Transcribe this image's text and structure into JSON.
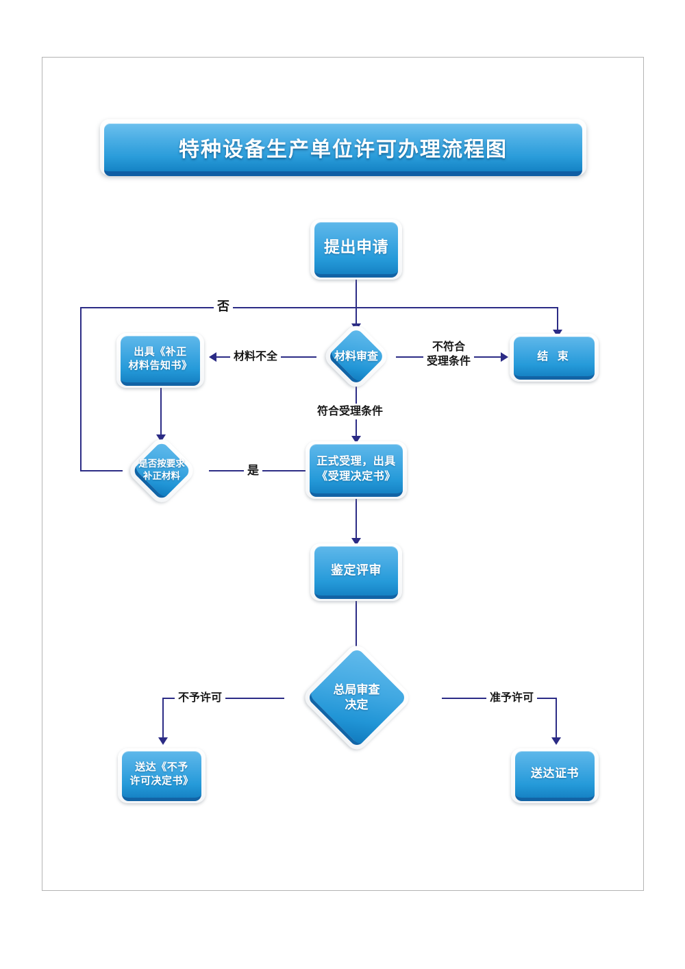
{
  "document": {
    "title": "特种设备生产单位许可办理流程图",
    "border_color": "#b3b3b3",
    "background": "#ffffff"
  },
  "theme": {
    "node_fill_top": "#5fb8ea",
    "node_fill_bottom": "#1682c4",
    "node_edge_bottom": "#1263a5",
    "node_text": "#ffffff",
    "connector": "#2b2b85",
    "label_text": "#171717"
  },
  "nodes": {
    "submit_application": {
      "label": "提出申请",
      "shape": "rect"
    },
    "material_review": {
      "label": "材料审查",
      "shape": "diamond"
    },
    "issue_correction_notice": {
      "label": "出具《补正\n材料告知书》",
      "shape": "rect"
    },
    "end": {
      "label": "结  束",
      "shape": "rect"
    },
    "corrected_as_required": {
      "label": "是否按要求\n补正材料",
      "shape": "diamond"
    },
    "formal_acceptance": {
      "label": "正式受理，出具\n《受理决定书》",
      "shape": "rect"
    },
    "assessment_review": {
      "label": "鉴定评审",
      "shape": "rect"
    },
    "bureau_decision": {
      "label": "总局审查\n决定",
      "shape": "diamond"
    },
    "deliver_refusal": {
      "label": "送达《不予\n许可决定书》",
      "shape": "rect"
    },
    "deliver_certificate": {
      "label": "送达证书",
      "shape": "rect"
    }
  },
  "edge_labels": {
    "no": "否",
    "yes": "是",
    "incomplete_materials": "材料不全",
    "not_meeting_conditions": "不符合\n受理条件",
    "meeting_conditions": "符合受理条件",
    "license_refused": "不予许可",
    "license_granted": "准予许可"
  },
  "flow": [
    {
      "from": "submit_application",
      "to": "material_review",
      "label": ""
    },
    {
      "from": "material_review",
      "to": "issue_correction_notice",
      "label": "材料不全"
    },
    {
      "from": "material_review",
      "to": "end",
      "label": "不符合\n受理条件"
    },
    {
      "from": "material_review",
      "to": "formal_acceptance",
      "label": "符合受理条件"
    },
    {
      "from": "issue_correction_notice",
      "to": "corrected_as_required",
      "label": ""
    },
    {
      "from": "corrected_as_required",
      "to": "formal_acceptance",
      "label": "是"
    },
    {
      "from": "corrected_as_required",
      "to": "end",
      "label": "否"
    },
    {
      "from": "formal_acceptance",
      "to": "assessment_review",
      "label": ""
    },
    {
      "from": "assessment_review",
      "to": "bureau_decision",
      "label": ""
    },
    {
      "from": "bureau_decision",
      "to": "deliver_refusal",
      "label": "不予许可"
    },
    {
      "from": "bureau_decision",
      "to": "deliver_certificate",
      "label": "准予许可"
    }
  ]
}
